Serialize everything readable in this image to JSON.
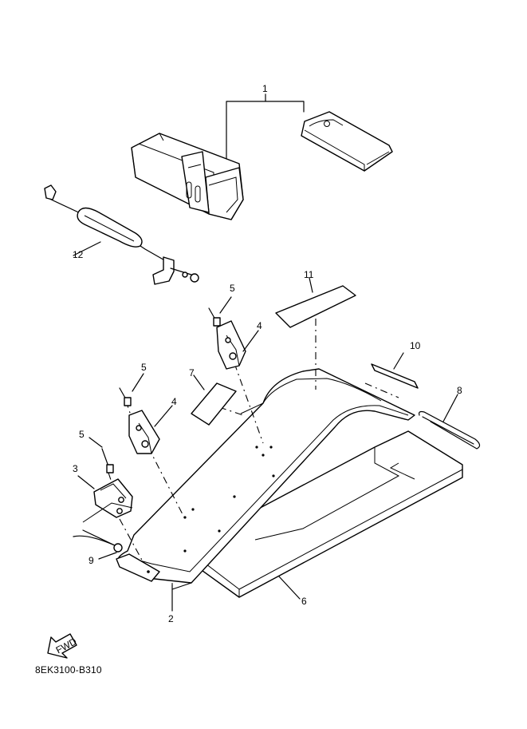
{
  "callouts": {
    "c1": "1",
    "c2": "2",
    "c3": "3",
    "c4a": "4",
    "c4b": "4",
    "c5a": "5",
    "c5b": "5",
    "c5c": "5",
    "c6": "6",
    "c7": "7",
    "c8": "8",
    "c9": "9",
    "c10": "10",
    "c11": "11",
    "c12": "12"
  },
  "fwd_badge": "FWD",
  "diagram_ref": "8EK3100-B310"
}
